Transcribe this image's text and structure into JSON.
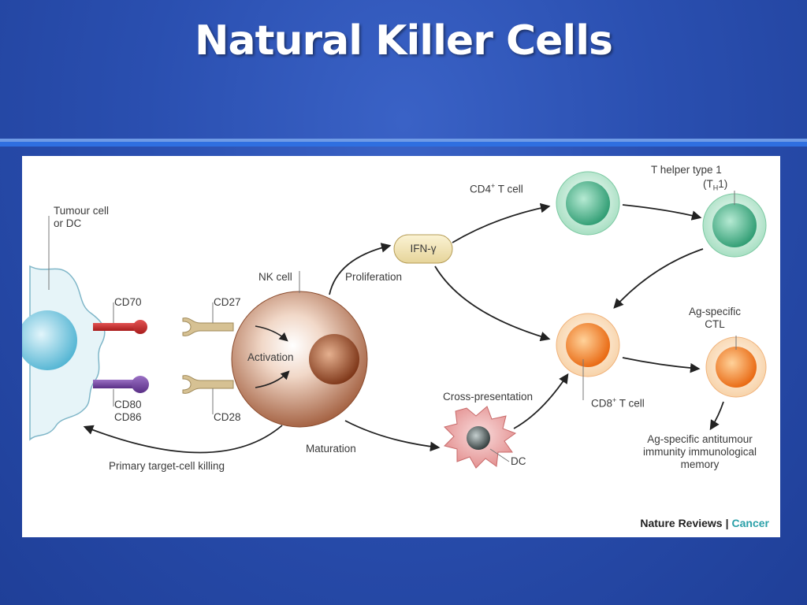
{
  "slide": {
    "title": "Natural Killer Cells"
  },
  "diagram": {
    "labels": {
      "tumour_cell": "Tumour cell",
      "or_dc": "or DC",
      "cd70": "CD70",
      "cd80": "CD80",
      "cd86": "CD86",
      "cd27": "CD27",
      "cd28": "CD28",
      "nk_cell": "NK cell",
      "activation": "Activation",
      "proliferation": "Proliferation",
      "ifn": "IFN-γ",
      "cd4_prefix": "CD4",
      "cd4_sup": "+",
      "cd4_suffix": " T cell",
      "th1_title": "T helper type 1",
      "th1_open": "(T",
      "th1_sub": "H",
      "th1_close": "1)",
      "ag_ctl_1": "Ag-specific",
      "ag_ctl_2": "CTL",
      "cd8_prefix": "CD8",
      "cd8_sup": "+",
      "cd8_suffix": " T cell",
      "cross_presentation": "Cross-presentation",
      "maturation": "Maturation",
      "dc": "DC",
      "primary_killing": "Primary target-cell killing",
      "memory_1": "Ag-specific antitumour",
      "memory_2": "immunity immunological",
      "memory_3": "memory"
    },
    "credit": {
      "journal": "Nature Reviews",
      "separator": "|",
      "section": "Cancer"
    },
    "colors": {
      "cd70_ligand": "#c22a2a",
      "cd80_ligand": "#6f3f99",
      "receptor": "#cdb88a",
      "nk_body": "#a8664a",
      "cd4_cell": "#4fb890",
      "cd8_cell": "#f07a1c",
      "dc_body": "#e8a0a0",
      "tumour_body": "#a8d8ea",
      "cancer_text": "#2aa0a8"
    }
  }
}
